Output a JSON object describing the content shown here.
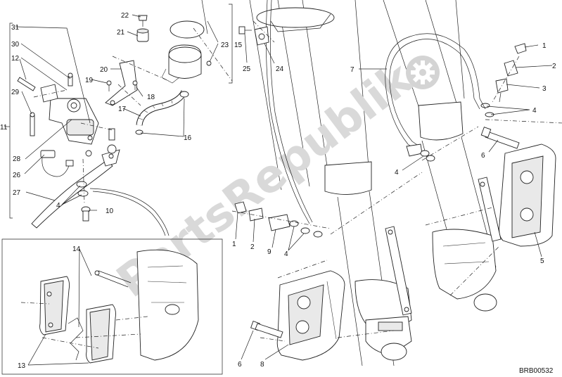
{
  "watermark": {
    "text": "PartsRepublik"
  },
  "diagram_code": "BRB00532",
  "labels": {
    "l1a": "1",
    "l1b": "1",
    "l2a": "2",
    "l2b": "2",
    "l3": "3",
    "l4a": "4",
    "l4b": "4",
    "l4c": "4",
    "l4d": "4",
    "l5": "5",
    "l6a": "6",
    "l6b": "6",
    "l7": "7",
    "l8": "8",
    "l9": "9",
    "l10": "10",
    "l11": "11",
    "l12": "12",
    "l13": "13",
    "l14": "14",
    "l15": "15",
    "l16": "16",
    "l17": "17",
    "l18": "18",
    "l19": "19",
    "l20": "20",
    "l21": "21",
    "l22": "22",
    "l23": "23",
    "l24": "24",
    "l25": "25",
    "l26": "26",
    "l27": "27",
    "l28": "28",
    "l29": "29",
    "l30": "30",
    "l31": "31"
  },
  "colors": {
    "line": "#222222",
    "watermark": "#d9d9d9",
    "gear": "#ffffff"
  },
  "icons": {
    "gear": "gear-icon"
  }
}
